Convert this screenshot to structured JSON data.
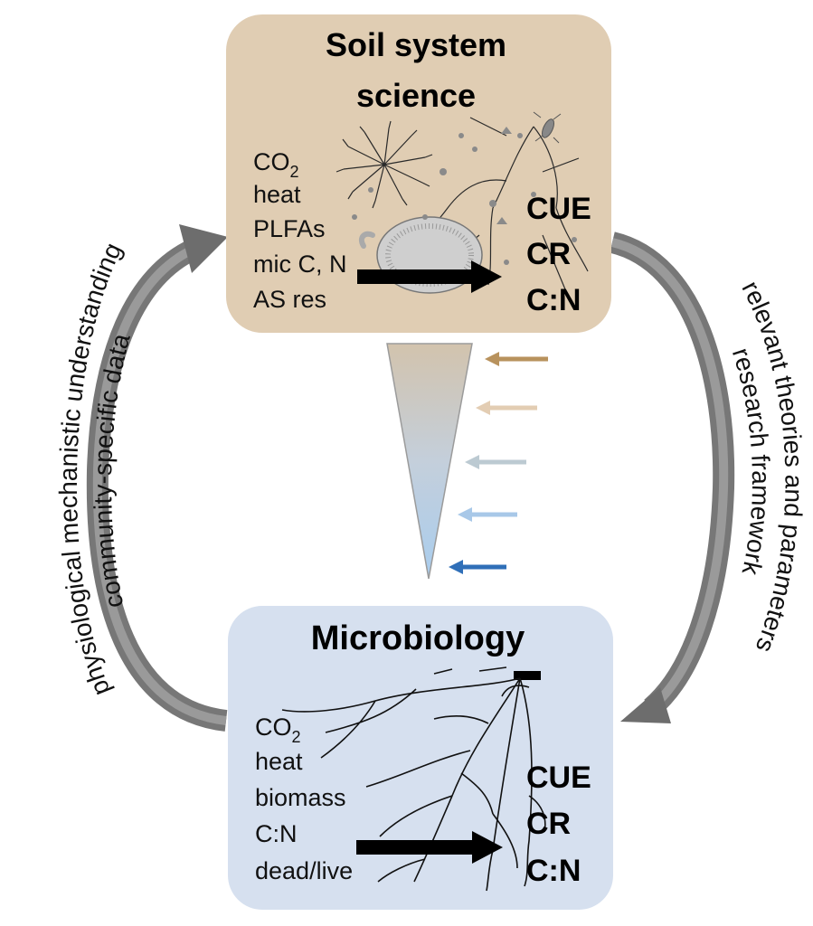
{
  "soil_box": {
    "title_line1": "Soil system",
    "title_line2": "science",
    "fill_color": "#e0cdb3",
    "inputs": {
      "co2_base": "CO",
      "co2_sub": "2",
      "heat": "heat",
      "plfas": "PLFAs",
      "mic": "mic C, N",
      "as": "AS res"
    },
    "outputs": [
      "CUE",
      "CR",
      "C:N"
    ]
  },
  "micro_box": {
    "title": "Microbiology",
    "fill_color": "#d6e0ef",
    "inputs": {
      "co2_base": "CO",
      "co2_sub": "2",
      "heat": "heat",
      "biomass": "biomass",
      "cn": "C:N",
      "dead": "dead/live"
    },
    "outputs": [
      "CUE",
      "CR",
      "C:N"
    ]
  },
  "left_arc": {
    "line1": "physiological mechanistic understanding",
    "line2": "community-specific data"
  },
  "right_arc": {
    "line1": "relevant theories and parameters",
    "line2": "research framework"
  },
  "arrow_colors": [
    "#b8925d",
    "#e3cdb3",
    "#bccad2",
    "#a8c8e8",
    "#2f6fb8"
  ]
}
